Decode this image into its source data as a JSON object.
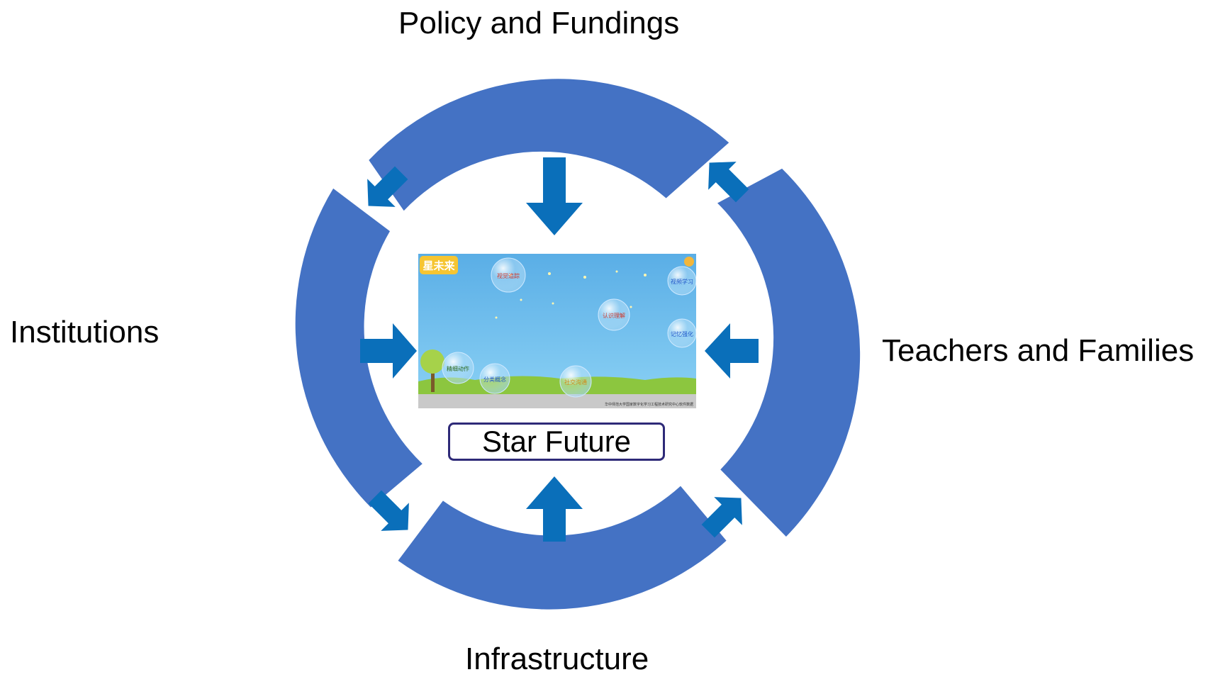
{
  "labels": {
    "top": "Policy and Fundings",
    "left": "Institutions",
    "right": "Teachers and Families",
    "bottom": "Infrastructure",
    "center": "Star Future"
  },
  "app_screen": {
    "logo": "星未来",
    "bubbles": [
      {
        "text": "视觉追踪"
      },
      {
        "text": "视频学习"
      },
      {
        "text": "认识理解"
      },
      {
        "text": "记忆强化"
      },
      {
        "text": "精细动作"
      },
      {
        "text": "分类概念"
      },
      {
        "text": "社交沟通"
      }
    ],
    "footer": "华中师范大学国家数字化学习工程技术研究中心软件数据"
  },
  "colors": {
    "ring": "#4472c4",
    "arrow": "#0a6fba",
    "screen_sky": "#5fb6ea",
    "grass": "#8cc63f",
    "frame": "#2e2a78"
  }
}
